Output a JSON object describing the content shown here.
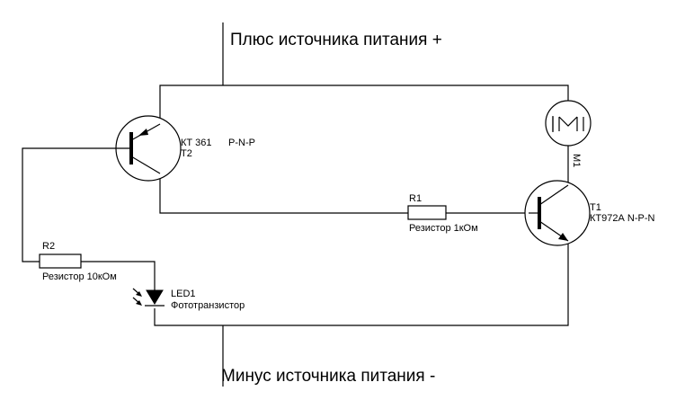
{
  "power": {
    "plus_label": "Плюс источника питания +",
    "minus_label": "Минус источника питания -"
  },
  "motor": {
    "ref": "M1",
    "symbol": "M"
  },
  "t2": {
    "ref": "T2",
    "part": "КТ 361",
    "type": "P-N-P"
  },
  "t1": {
    "ref": "T1",
    "part": "КТ972А N-P-N"
  },
  "r1": {
    "ref": "R1",
    "value": "Резистор 1кОм"
  },
  "r2": {
    "ref": "R2",
    "value": "Резистор 10кОм"
  },
  "led1": {
    "ref": "LED1",
    "value": "Фототранзистор"
  }
}
